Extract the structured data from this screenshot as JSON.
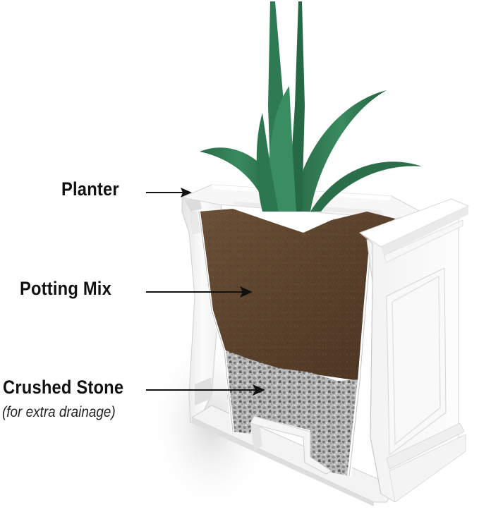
{
  "diagram": {
    "subject": "planter cutaway",
    "labels": [
      {
        "id": "planter",
        "text": "Planter"
      },
      {
        "id": "potting_mix",
        "text": "Potting Mix"
      },
      {
        "id": "crushed_stone",
        "text": "Crushed Stone",
        "note": "(for extra drainage)"
      }
    ],
    "colors": {
      "background": "#ffffff",
      "planter": "#f4f4f4",
      "soil": "#5e4630",
      "stone": "#9a9a9a",
      "plant": "#2f7a52",
      "label_text": "#111111",
      "arrow": "#111111"
    }
  }
}
